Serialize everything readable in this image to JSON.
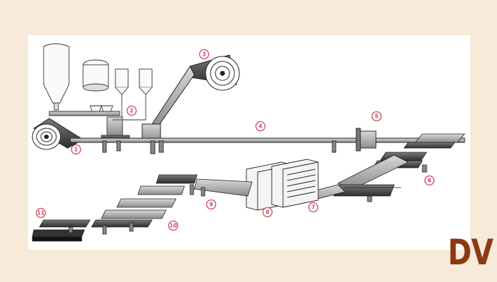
{
  "diagram": {
    "callouts": [
      "1",
      "2",
      "3",
      "4",
      "5",
      "6",
      "7",
      "8",
      "9",
      "10",
      "11"
    ]
  },
  "colors": {
    "background": "#f7ead8",
    "panel": "#ffffff",
    "callout": "#c94a5e",
    "logo": "#8b3a12",
    "line": "#2b2b2b",
    "metal": "#9a9a9a"
  },
  "logo": {
    "text": "DV"
  }
}
